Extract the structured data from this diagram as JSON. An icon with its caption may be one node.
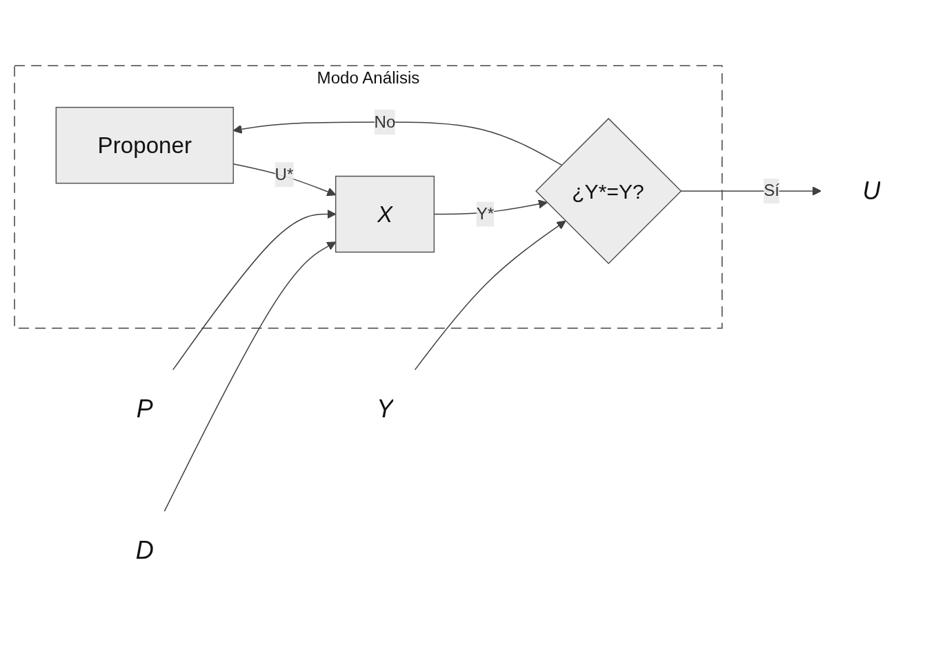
{
  "diagram": {
    "nodes": [
      {
        "text": [
          "Modo Análisis"
        ]
      },
      {
        "text": [
          "Proponer"
        ],
        "in": 0
      },
      {
        "text": [
          "¿Y*=Y?"
        ],
        "in": 0
      },
      {
        "text": [
          "X"
        ],
        "in": 0
      },
      {
        "text": [
          "P"
        ]
      },
      {
        "text": [
          "Y"
        ]
      },
      {
        "text": [
          "U"
        ]
      },
      {
        "text": [
          "D"
        ]
      }
    ],
    "edges": [
      {
        "from": 4,
        "to": 3,
        "arrow": "to"
      },
      {
        "from": 5,
        "to": 2,
        "arrow": "to"
      },
      {
        "from": 2,
        "to": 1,
        "arrow": "to",
        "label": "No"
      },
      {
        "from": 2,
        "to": 6,
        "arrow": "to",
        "label": "Sí"
      },
      {
        "from": 1,
        "to": 3,
        "arrow": "to",
        "label": "U*"
      },
      {
        "from": 7,
        "to": 3,
        "arrow": "to"
      },
      {
        "from": 3,
        "to": 2,
        "arrow": "to",
        "label": "Y*"
      }
    ]
  }
}
